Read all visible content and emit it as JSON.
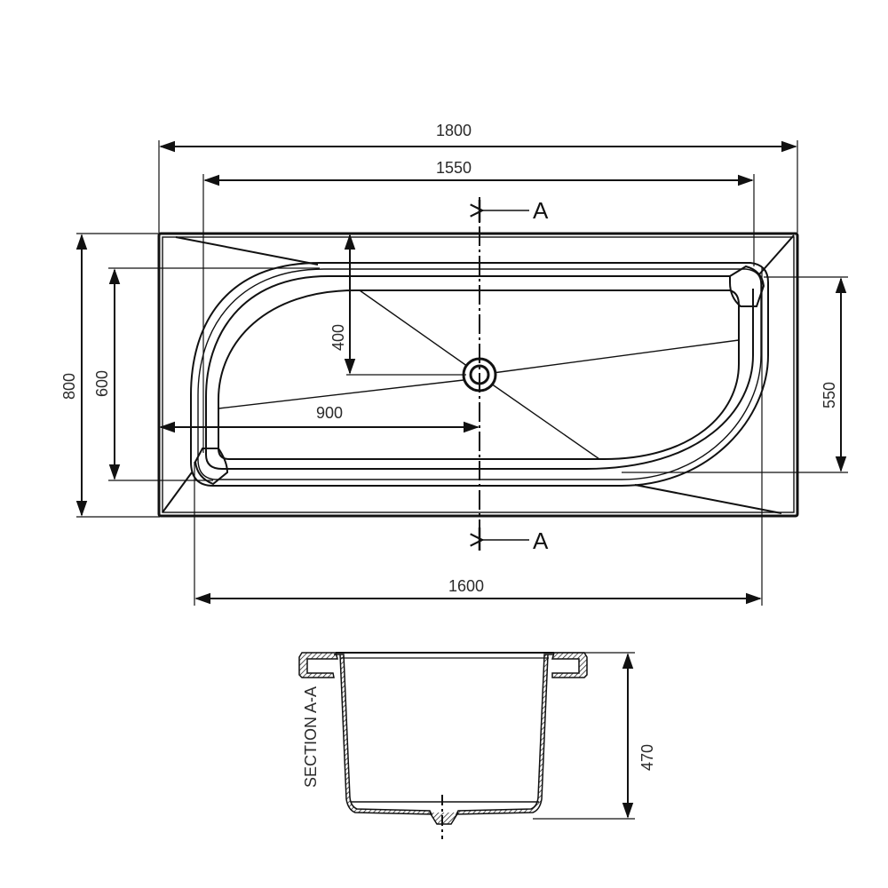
{
  "drawing": {
    "type": "technical-drawing",
    "subject": "bathtub plan view and section",
    "units": "mm"
  },
  "plan_view": {
    "dimensions": {
      "overall_length": "1800",
      "inner_length": "1550",
      "outer_rim_length": "1600",
      "overall_width": "800",
      "inner_width_left": "600",
      "inner_width_right": "550",
      "drain_from_top": "400",
      "drain_from_left": "900"
    },
    "section_markers": {
      "top": "A",
      "bottom": "A"
    }
  },
  "section_view": {
    "title": "SECTION A-A",
    "depth": "470"
  },
  "colors": {
    "line": "#111111",
    "text": "#2a2a2a",
    "background": "#ffffff"
  }
}
